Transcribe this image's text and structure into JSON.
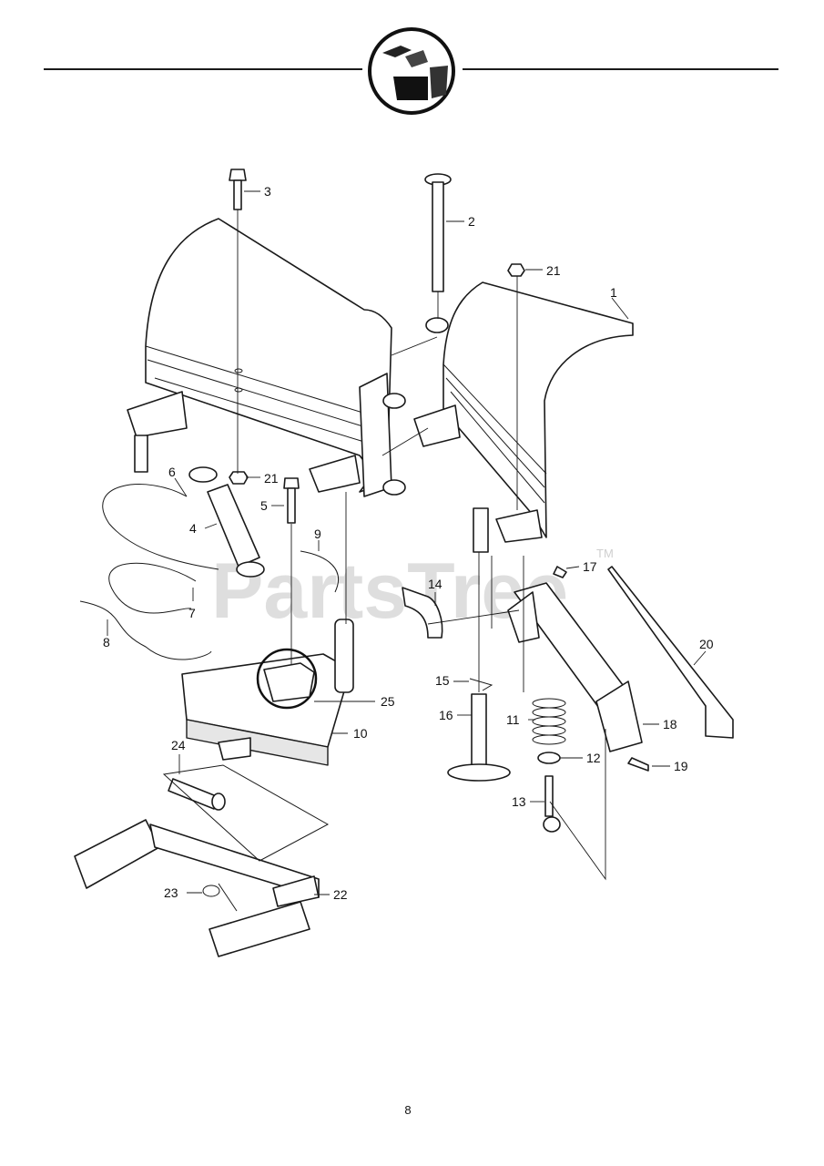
{
  "page_number": "8",
  "watermark": {
    "text": "PartsTree",
    "mark": "TM"
  },
  "header_icon": "snow-blade-icon",
  "callouts": [
    {
      "id": "c1",
      "label": "1"
    },
    {
      "id": "c2",
      "label": "2"
    },
    {
      "id": "c3",
      "label": "3"
    },
    {
      "id": "c4",
      "label": "4"
    },
    {
      "id": "c5",
      "label": "5"
    },
    {
      "id": "c6",
      "label": "6"
    },
    {
      "id": "c7",
      "label": "7"
    },
    {
      "id": "c8",
      "label": "8"
    },
    {
      "id": "c9",
      "label": "9"
    },
    {
      "id": "c10",
      "label": "10"
    },
    {
      "id": "c11",
      "label": "11"
    },
    {
      "id": "c12",
      "label": "12"
    },
    {
      "id": "c13",
      "label": "13"
    },
    {
      "id": "c14",
      "label": "14"
    },
    {
      "id": "c15",
      "label": "15"
    },
    {
      "id": "c16",
      "label": "16"
    },
    {
      "id": "c17",
      "label": "17"
    },
    {
      "id": "c18",
      "label": "18"
    },
    {
      "id": "c19",
      "label": "19"
    },
    {
      "id": "c20",
      "label": "20"
    },
    {
      "id": "c21a",
      "label": "21"
    },
    {
      "id": "c21b",
      "label": "21"
    },
    {
      "id": "c22",
      "label": "22"
    },
    {
      "id": "c23",
      "label": "23"
    },
    {
      "id": "c24",
      "label": "24"
    },
    {
      "id": "c25",
      "label": "25"
    }
  ]
}
